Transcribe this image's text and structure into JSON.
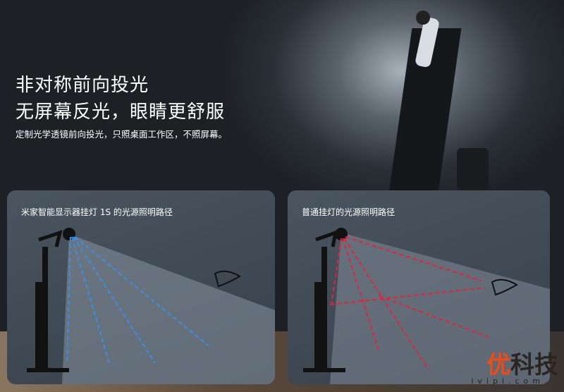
{
  "headline": {
    "line1": "非对称前向投光",
    "line2": "无屏幕反光，眼睛更舒服"
  },
  "subtitle": "定制光学透镜前向投光，只照桌面工作区，不照屏幕。",
  "panels": [
    {
      "title": "米家智能显示器挂灯 1S 的光源照明路径",
      "ray_color": "#3b8fe8"
    },
    {
      "title": "普通挂灯的光源照明路径",
      "ray_color": "#e8203c"
    }
  ],
  "watermark": {
    "brand_accent": "优",
    "brand_rest": "科技",
    "domain": "ivipi.com",
    "accent_color": "#f04a16"
  }
}
